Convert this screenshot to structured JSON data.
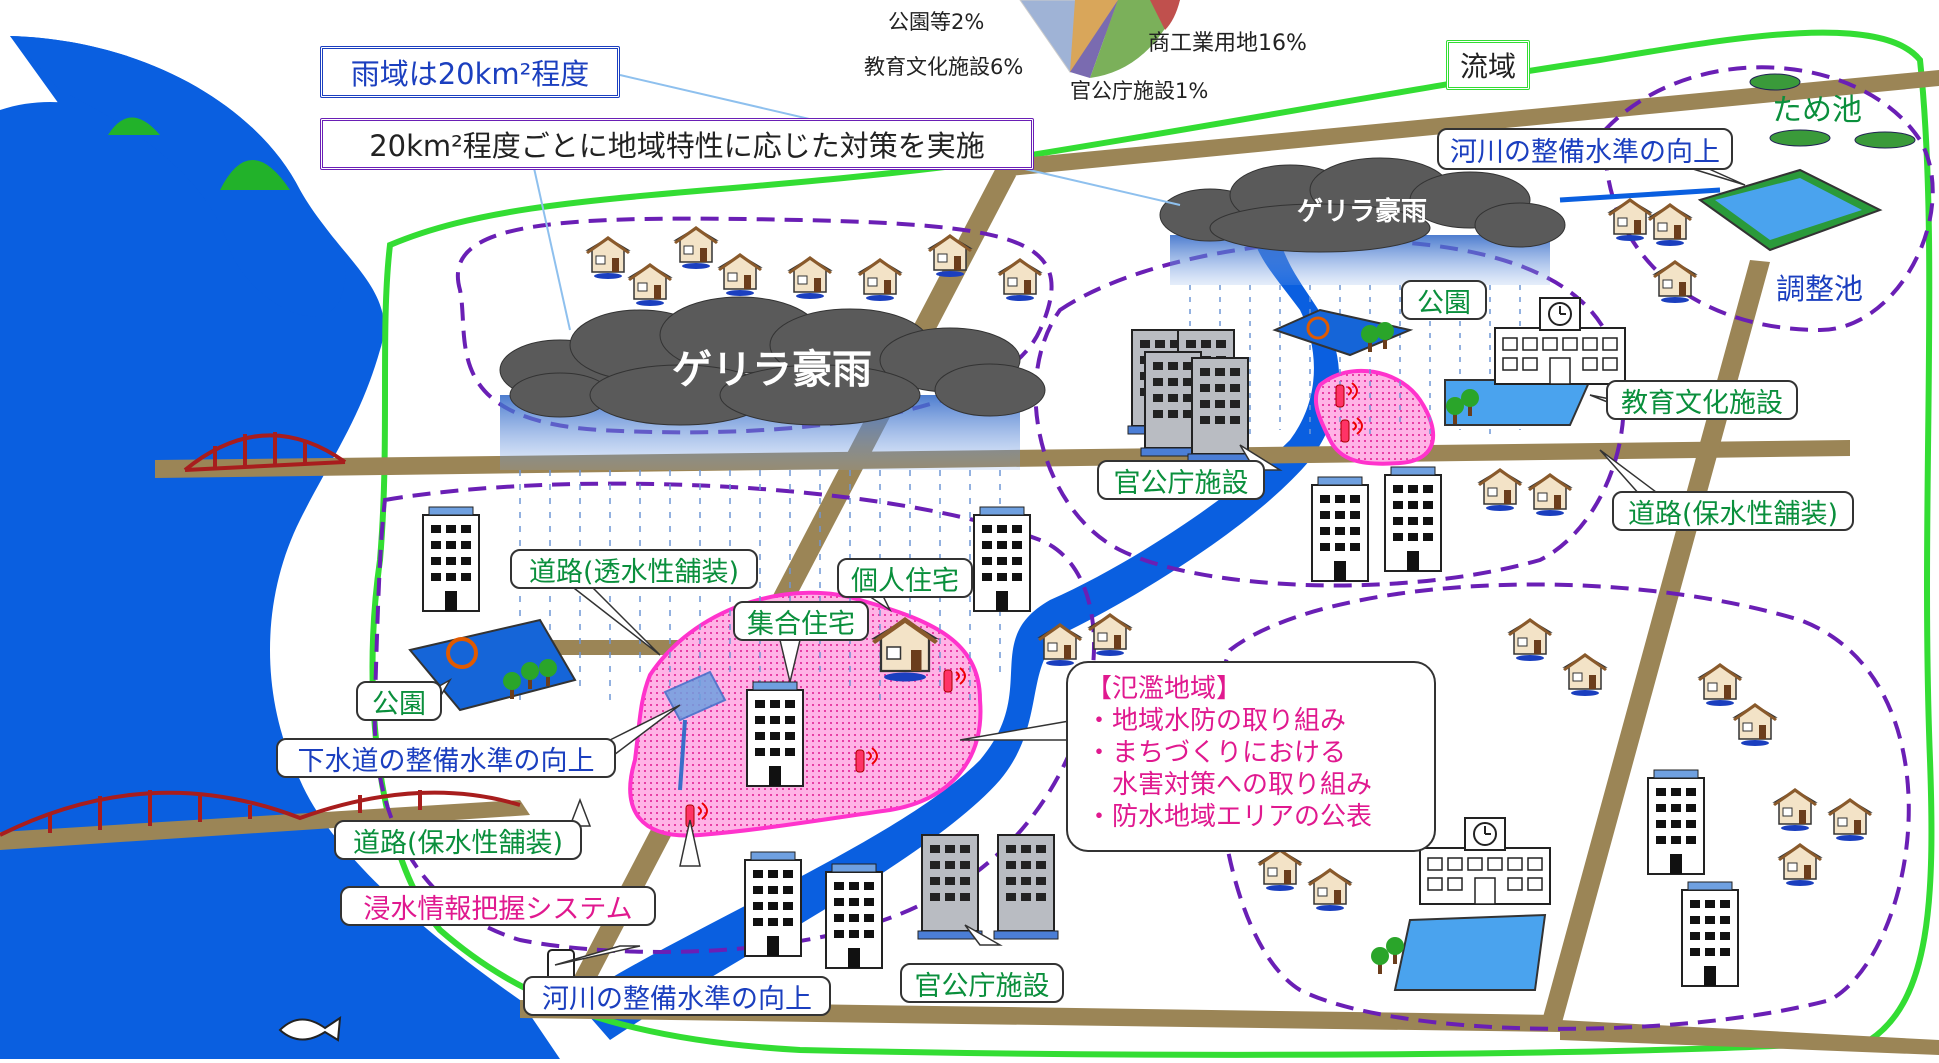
{
  "pie_labels": {
    "park": "公園等2%",
    "education": "教育文化施設6%",
    "commercial": "商工業用地16%",
    "government": "官公庁施設1%"
  },
  "headers": {
    "rain_area": "雨域は20km²程度",
    "measures": "20km²程度ごとに地域特性に応じた対策を実施",
    "basin": "流域"
  },
  "weather": {
    "guerrilla_left": "ゲリラ豪雨",
    "guerrilla_right": "ゲリラ豪雨"
  },
  "labels": {
    "river_improve_top": "河川の整備水準の向上",
    "tameike": "ため池",
    "chouseichi": "調整池",
    "park_top": "公園",
    "education": "教育文化施設",
    "gov_top": "官公庁施設",
    "road_water_top": "道路(保水性舗装)",
    "road_permeable": "道路(透水性舗装)",
    "private_house": "個人住宅",
    "apartment": "集合住宅",
    "park_left": "公園",
    "sewer_improve": "下水道の整備水準の向上",
    "road_water_bottom": "道路(保水性舗装)",
    "flood_info": "浸水情報把握システム",
    "river_improve_bottom": "河川の整備水準の向上",
    "gov_bottom": "官公庁施設"
  },
  "flood_area": {
    "title": "【氾濫地域】",
    "items": [
      "・地域水防の取り組み",
      "・まちづくりにおける",
      "　水害対策への取り組み",
      "・防水地域エリアの公表"
    ]
  },
  "colors": {
    "river": "#0055dd",
    "basin_outline": "#33dd33",
    "road": "#9b8556",
    "zone_dash": "#6a1fb5",
    "flood_pink": "#ff66cc",
    "cloud": "#555555"
  }
}
